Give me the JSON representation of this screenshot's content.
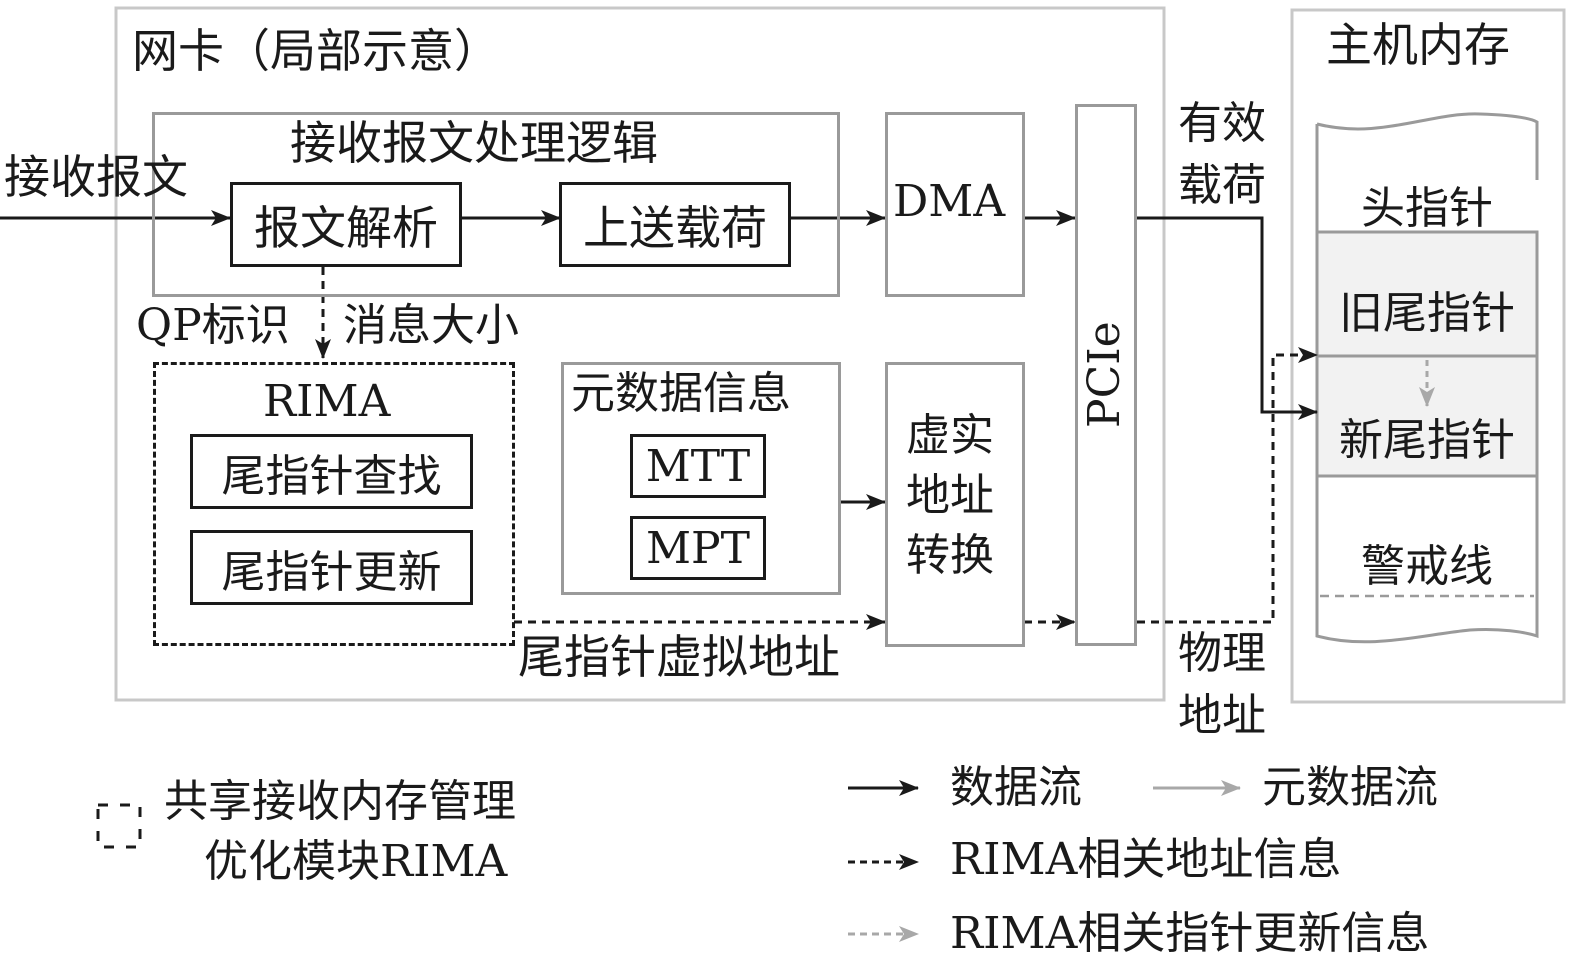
{
  "nic": {
    "title": "网卡（局部示意）",
    "rx_input_label": "接收报文",
    "rx_logic": {
      "title": "接收报文处理逻辑",
      "parse_box": "报文解析",
      "upload_box": "上送载荷"
    },
    "qp_label": "QP标识",
    "msg_size_label": "消息大小",
    "dma_box": "DMA",
    "pcie_box": "PCIe",
    "rima": {
      "title": "RIMA",
      "lookup_box": "尾指针查找",
      "update_box": "尾指针更新"
    },
    "metadata": {
      "title": "元数据信息",
      "mtt_box": "MTT",
      "mpt_box": "MPT"
    },
    "v2p_box": [
      "虚实",
      "地址",
      "转换"
    ],
    "tail_va_label": "尾指针虚拟地址"
  },
  "links": {
    "payload_label": [
      "有效",
      "载荷"
    ],
    "phys_addr_label": [
      "物理",
      "地址"
    ]
  },
  "host_memory": {
    "title": "主机内存",
    "cells": {
      "head": "头指针",
      "old_tail": "旧尾指针",
      "new_tail": "新尾指针",
      "watermark": "警戒线"
    }
  },
  "legend": {
    "rima_module": [
      "共享接收内存管理",
      "优化模块RIMA"
    ],
    "data_flow": "数据流",
    "metadata_flow": "元数据流",
    "rima_addr_info": "RIMA相关地址信息",
    "rima_ptr_update_info": "RIMA相关指针更新信息"
  },
  "colors": {
    "black": "#1a1a1a",
    "gray_line": "#9a9a9a",
    "light_border": "#c8c8c8",
    "mem_fill": "#f2f2f2"
  }
}
